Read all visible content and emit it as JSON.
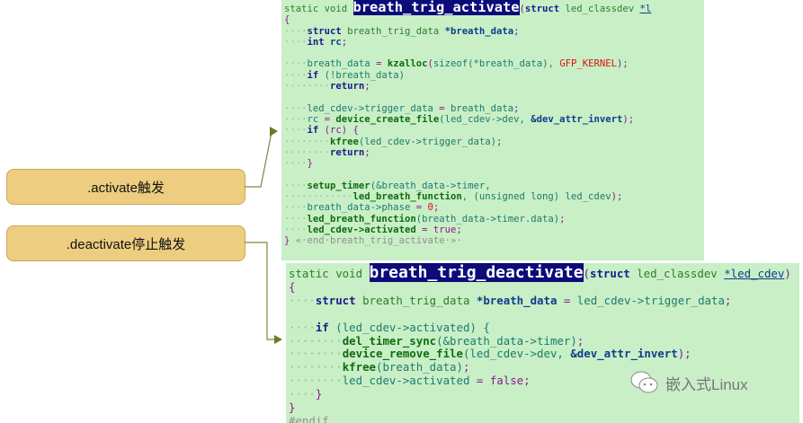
{
  "labels": {
    "activate": ".activate触发",
    "deactivate": ".deactivate停止触发"
  },
  "watermark": "嵌入式Linux",
  "panel1": [
    [
      [
        "static ",
        "ty"
      ],
      [
        "void ",
        "ty"
      ],
      [
        "breath_trig_activate",
        "hl"
      ],
      [
        "(",
        "pu"
      ],
      [
        "struct ",
        "kw"
      ],
      [
        "led_classdev ",
        "ty"
      ],
      [
        "*l",
        "ul"
      ]
    ],
    [
      [
        "{",
        "pu"
      ]
    ],
    [
      [
        "····",
        "ws"
      ],
      [
        "struct ",
        "kw"
      ],
      [
        "breath_trig_data ",
        "ty"
      ],
      [
        "*breath_data",
        "id"
      ],
      [
        ";",
        "pu"
      ]
    ],
    [
      [
        "····",
        "ws"
      ],
      [
        "int ",
        "kw"
      ],
      [
        "rc",
        "id"
      ],
      [
        ";",
        "pu"
      ]
    ],
    [
      [
        "",
        ""
      ]
    ],
    [
      [
        "····",
        "ws"
      ],
      [
        "breath_data ",
        "va"
      ],
      [
        "= ",
        "pu"
      ],
      [
        "kzalloc",
        "fn"
      ],
      [
        "(",
        "pu"
      ],
      [
        "sizeof",
        "va"
      ],
      [
        "(*breath_data), ",
        "va"
      ],
      [
        "GFP_KERNEL",
        "rd"
      ],
      [
        ");",
        "pu"
      ]
    ],
    [
      [
        "····",
        "ws"
      ],
      [
        "if ",
        "kw"
      ],
      [
        "(!breath_data)",
        "va"
      ]
    ],
    [
      [
        "········",
        "ws"
      ],
      [
        "return",
        "kw"
      ],
      [
        ";",
        "pu"
      ]
    ],
    [
      [
        "",
        ""
      ]
    ],
    [
      [
        "····",
        "ws"
      ],
      [
        "led_cdev->trigger_data ",
        "va"
      ],
      [
        "= ",
        "pu"
      ],
      [
        "breath_data",
        "va"
      ],
      [
        ";",
        "pu"
      ]
    ],
    [
      [
        "····",
        "ws"
      ],
      [
        "rc ",
        "va"
      ],
      [
        "= ",
        "pu"
      ],
      [
        "device_create_file",
        "fn"
      ],
      [
        "(led_cdev->dev, ",
        "va"
      ],
      [
        "&dev_attr_invert",
        "id"
      ],
      [
        ");",
        "pu"
      ]
    ],
    [
      [
        "····",
        "ws"
      ],
      [
        "if ",
        "kw"
      ],
      [
        "(rc) {",
        "pu"
      ]
    ],
    [
      [
        "········",
        "ws"
      ],
      [
        "kfree",
        "fn"
      ],
      [
        "(led_cdev->trigger_data)",
        "va"
      ],
      [
        ";",
        "pu"
      ]
    ],
    [
      [
        "········",
        "ws"
      ],
      [
        "return",
        "kw"
      ],
      [
        ";",
        "pu"
      ]
    ],
    [
      [
        "····",
        "ws"
      ],
      [
        "}",
        "pu"
      ]
    ],
    [
      [
        "",
        ""
      ]
    ],
    [
      [
        "····",
        "ws"
      ],
      [
        "setup_timer",
        "fn"
      ],
      [
        "(&breath_data->timer,",
        "va"
      ]
    ],
    [
      [
        "············",
        "ws"
      ],
      [
        "led_breath_function",
        "fn"
      ],
      [
        ", (unsigned long) ",
        "va"
      ],
      [
        "led_cdev",
        "va"
      ],
      [
        ");",
        "pu"
      ]
    ],
    [
      [
        "····",
        "ws"
      ],
      [
        "breath_data->phase ",
        "va"
      ],
      [
        "= ",
        "pu"
      ],
      [
        "0",
        "rd"
      ],
      [
        ";",
        "pu"
      ]
    ],
    [
      [
        "····",
        "ws"
      ],
      [
        "led_breath_function",
        "fn"
      ],
      [
        "(breath_data->timer.data)",
        "va"
      ],
      [
        ";",
        "pu"
      ]
    ],
    [
      [
        "····",
        "ws"
      ],
      [
        "led_cdev->activated ",
        "fn"
      ],
      [
        "= ",
        "pu"
      ],
      [
        "true",
        "pu"
      ],
      [
        ";",
        "pu"
      ]
    ],
    [
      [
        "}",
        "pu"
      ],
      [
        " «·end·breath_trig_activate·»·",
        "cm"
      ]
    ]
  ],
  "panel2": [
    [
      [
        "static ",
        "ty"
      ],
      [
        "void ",
        "ty"
      ],
      [
        "breath_trig_deactivate",
        "hl"
      ],
      [
        "(",
        "pu"
      ],
      [
        "struct ",
        "kw"
      ],
      [
        "led_classdev ",
        "ty"
      ],
      [
        "*led_cdev",
        "ul"
      ],
      [
        ")",
        "pu"
      ]
    ],
    [
      [
        "{",
        "pu"
      ]
    ],
    [
      [
        "····",
        "ws"
      ],
      [
        "struct ",
        "kw"
      ],
      [
        "breath_trig_data ",
        "ty"
      ],
      [
        "*breath_data ",
        "id"
      ],
      [
        "= ",
        "pu"
      ],
      [
        "led_cdev->trigger_data",
        "va"
      ],
      [
        ";",
        "pu"
      ]
    ],
    [
      [
        "",
        ""
      ]
    ],
    [
      [
        "····",
        "ws"
      ],
      [
        "if ",
        "kw"
      ],
      [
        "(led_cdev->activated) {",
        "va"
      ]
    ],
    [
      [
        "········",
        "ws"
      ],
      [
        "del_timer_sync",
        "fn"
      ],
      [
        "(&breath_data->timer)",
        "va"
      ],
      [
        ";",
        "pu"
      ]
    ],
    [
      [
        "········",
        "ws"
      ],
      [
        "device_remove_file",
        "fn"
      ],
      [
        "(led_cdev->dev, ",
        "va"
      ],
      [
        "&dev_attr_invert",
        "id"
      ],
      [
        ");",
        "pu"
      ]
    ],
    [
      [
        "········",
        "ws"
      ],
      [
        "kfree",
        "fn"
      ],
      [
        "(breath_data)",
        "va"
      ],
      [
        ";",
        "pu"
      ]
    ],
    [
      [
        "········",
        "ws"
      ],
      [
        "led_cdev->activated ",
        "va"
      ],
      [
        "= ",
        "pu"
      ],
      [
        "false",
        "pu"
      ],
      [
        ";",
        "pu"
      ]
    ],
    [
      [
        "····",
        "ws"
      ],
      [
        "}",
        "pu"
      ]
    ],
    [
      [
        "}",
        "pu"
      ]
    ],
    [
      [
        "#endif",
        "cm"
      ]
    ]
  ]
}
